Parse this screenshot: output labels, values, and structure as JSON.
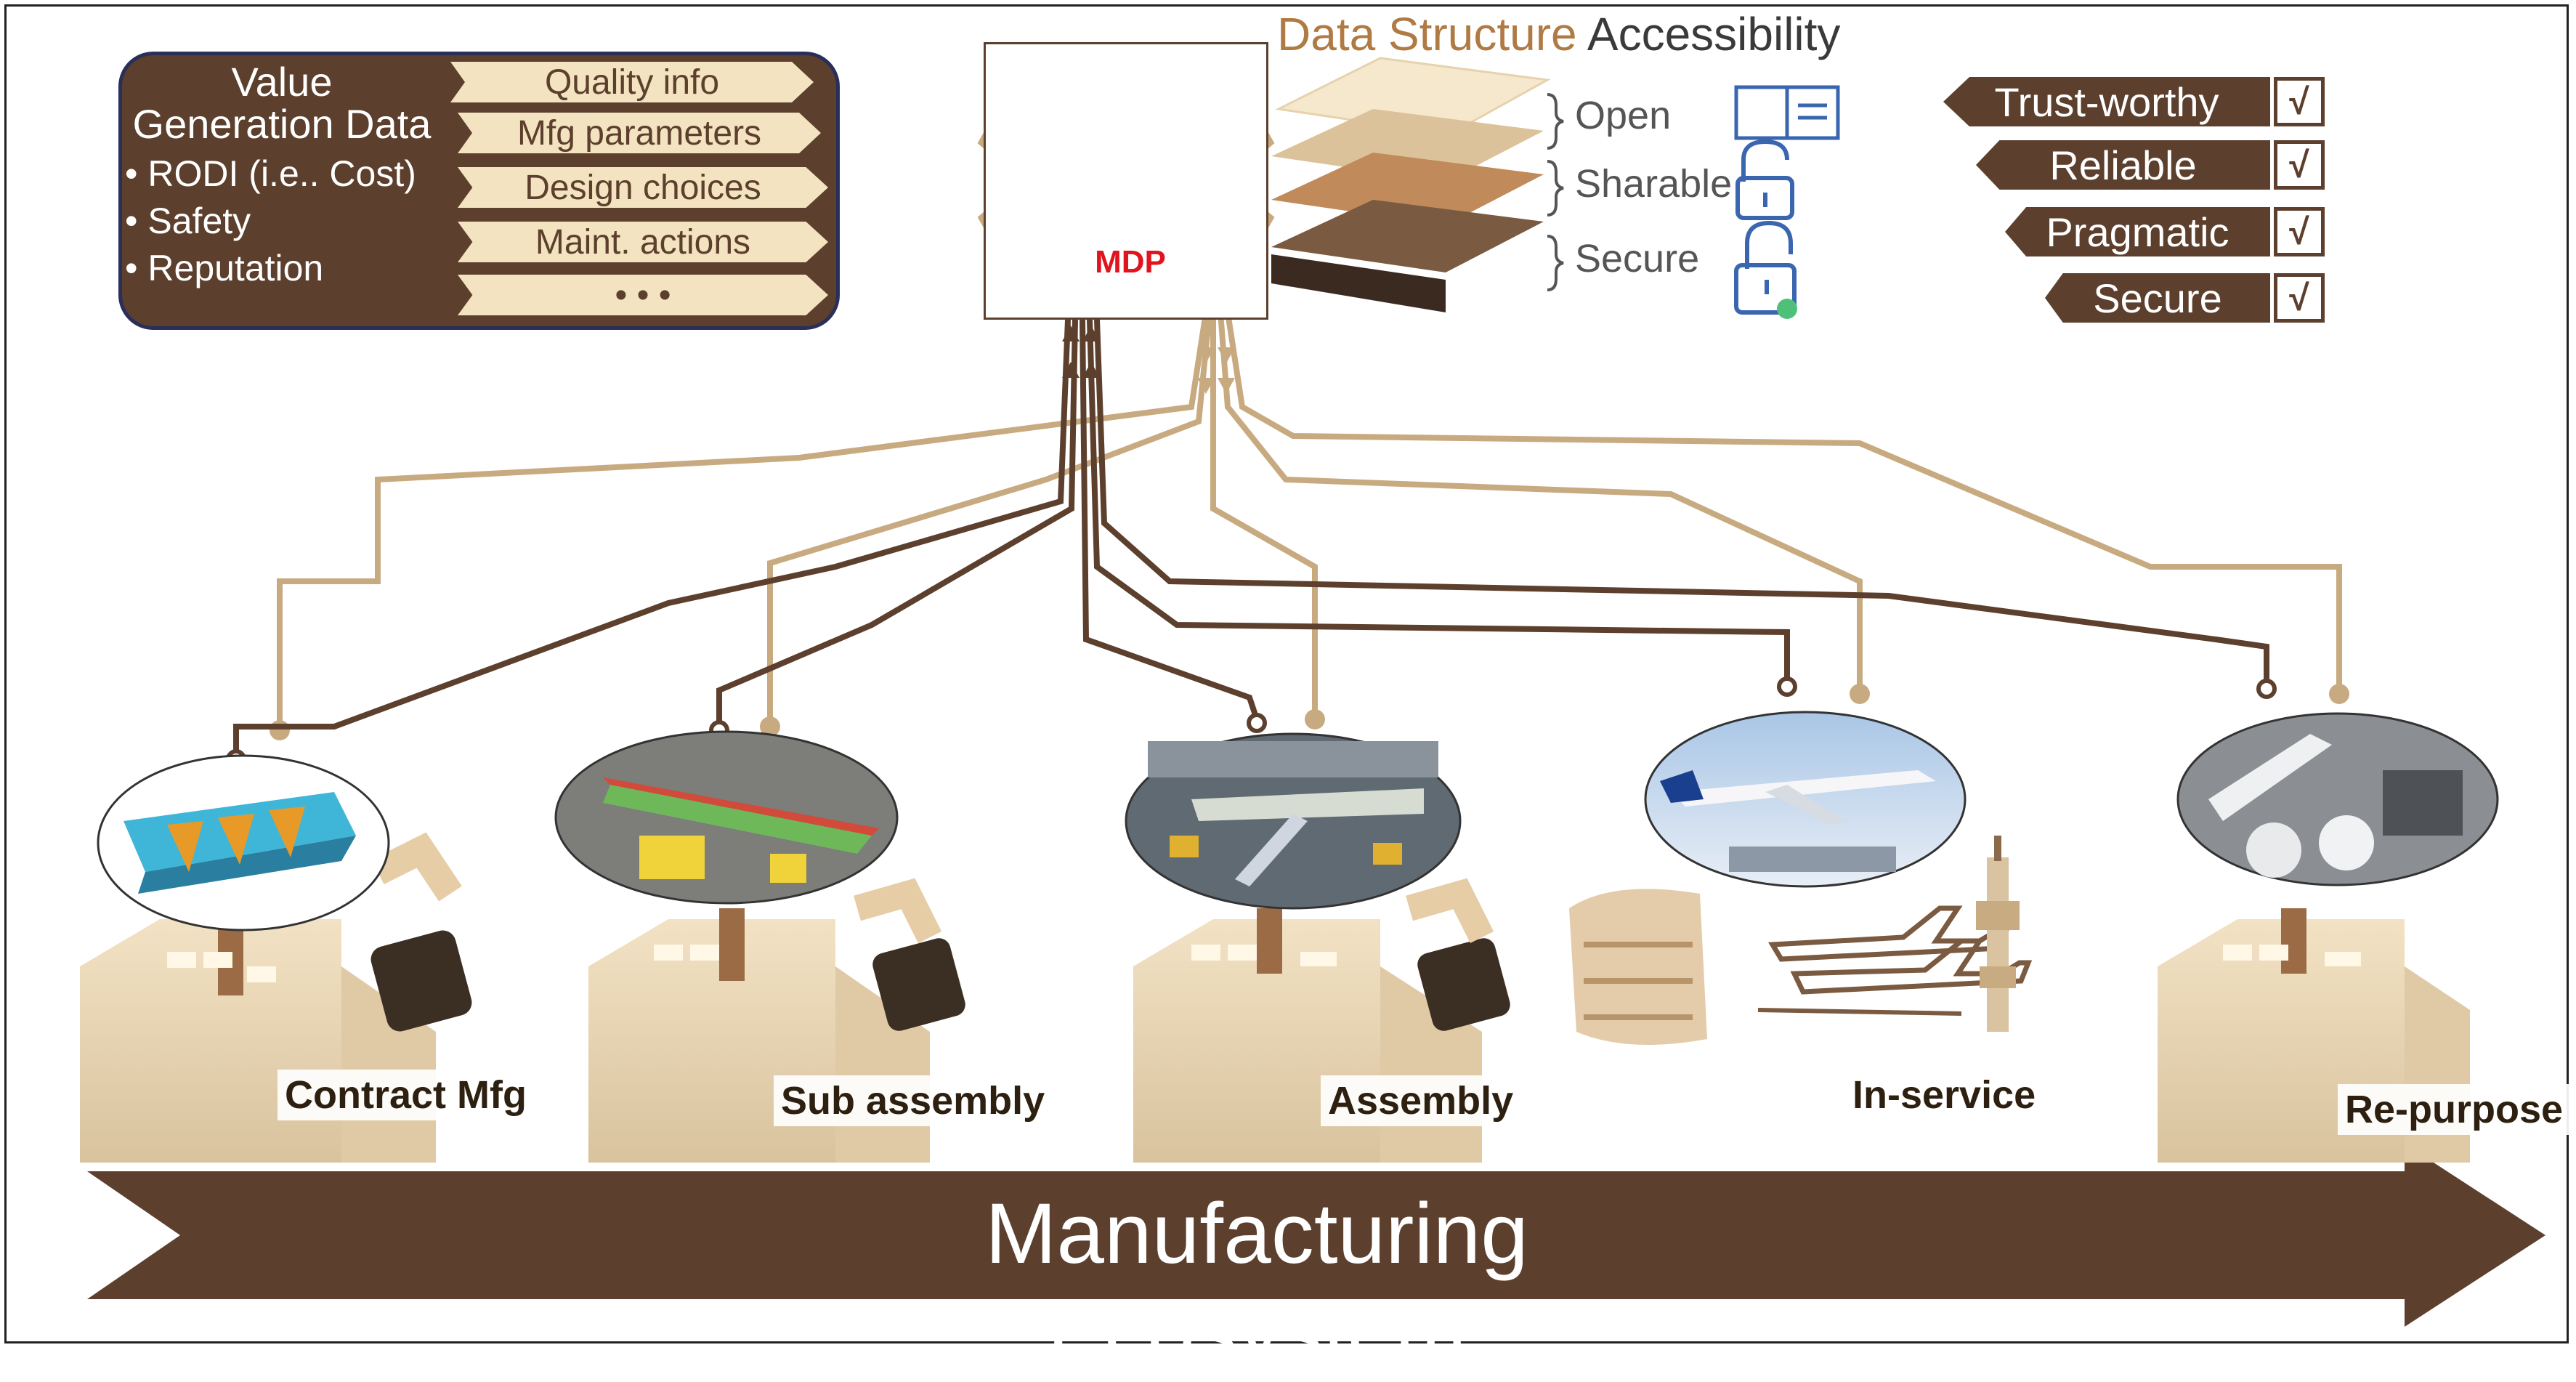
{
  "value_generation": {
    "title": "Value Generation Data",
    "bullets": [
      "• RODI (i.e.. Cost)",
      "• Safety",
      "• Reputation"
    ],
    "chevrons": [
      "Quality info",
      "Mfg parameters",
      "Design choices",
      "Maint. actions",
      "• • •"
    ]
  },
  "mdp": {
    "label": "MDP"
  },
  "data_structure": {
    "title_part1": "Data Structure",
    "title_part2": " Accessibility",
    "layers": [
      "Open",
      "Sharable",
      "Secure"
    ]
  },
  "qualities": [
    "Trust-worthy",
    "Reliable",
    "Pragmatic",
    "Secure"
  ],
  "check_mark": "√",
  "stages": [
    "Contract Mfg",
    "Sub assembly",
    "Assembly",
    "In-service",
    "Re-purpose"
  ],
  "ecosystem_label": "Manufacturing Ecosystem",
  "colors": {
    "brown": "#5c3f2d",
    "tan": "#c8aa80",
    "cream": "#f3e3c0",
    "red": "#e0141e"
  }
}
